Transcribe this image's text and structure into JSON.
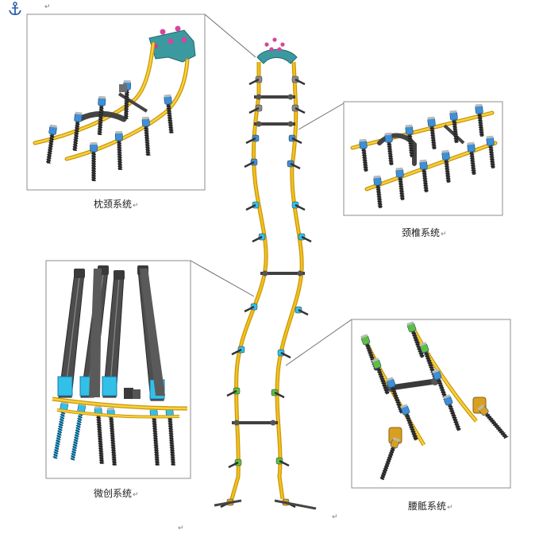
{
  "doc": {
    "anchor_icon": "anchor-icon",
    "return_mark": "↵"
  },
  "panels": [
    {
      "id": "occipitocervical",
      "caption": "枕颈系统"
    },
    {
      "id": "cervical",
      "caption": "颈椎系统"
    },
    {
      "id": "minimally-invasive",
      "caption": "微创系统"
    },
    {
      "id": "lumbosacral",
      "caption": "腰骶系统"
    }
  ],
  "colors": {
    "rod": "#f2c21a",
    "rod_dark": "#c9950c",
    "screw_head_blue": "#3e8fd6",
    "screw_head_cyan": "#33c0e8",
    "screw_shaft": "#3a3a3a",
    "screw_shaft_cyan": "#2aa8e0",
    "connector": "#505050",
    "plate_teal": "#3a9aa0",
    "screw_pink": "#d8449c",
    "screw_green": "#5fbf3f",
    "screw_gold": "#d8a020",
    "frame": "#8c8c8c"
  }
}
